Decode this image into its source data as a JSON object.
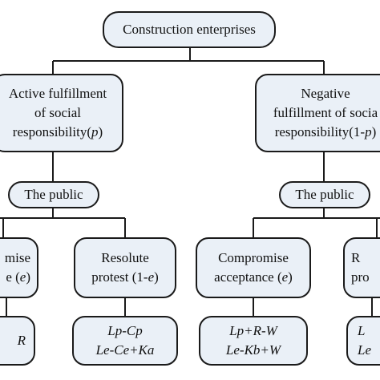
{
  "root": {
    "label": "Construction enterprises"
  },
  "left_branch": {
    "lines": [
      "Active fulfillment",
      "of social"
    ],
    "line3_prefix": "responsibility(",
    "line3_var": "p",
    "line3_suffix": ")"
  },
  "right_branch": {
    "lines": [
      "Negative",
      "fulfillment of socia"
    ],
    "line3_prefix": "responsibility(1-",
    "line3_var": "p",
    "line3_suffix": ")"
  },
  "public_left": {
    "label": "The public"
  },
  "public_right": {
    "label": "The public"
  },
  "strategies": {
    "ll": {
      "line1": "mise",
      "line2_prefix": "e (",
      "line2_var": "e",
      "line2_suffix": ")"
    },
    "lr": {
      "line1": "Resolute",
      "line2_prefix": "protest (1-",
      "line2_var": "e",
      "line2_suffix": ")"
    },
    "rl": {
      "line1": "Compromise",
      "line2_prefix": "acceptance (",
      "line2_var": "e",
      "line2_suffix": ")"
    },
    "rr": {
      "line1": "R",
      "line2": "pro"
    }
  },
  "payoffs": {
    "ll": {
      "line1": "R",
      "line2": ""
    },
    "lr": {
      "line1": "Lp-Cp",
      "line2": "Le-Ce+Ka"
    },
    "rl": {
      "line1": "Lp+R-W",
      "line2": "Le-Kb+W"
    },
    "rr": {
      "line1": "L",
      "line2": "Le"
    }
  },
  "colors": {
    "node_fill": "#eaf0f7",
    "stroke": "#1a1a1a"
  }
}
